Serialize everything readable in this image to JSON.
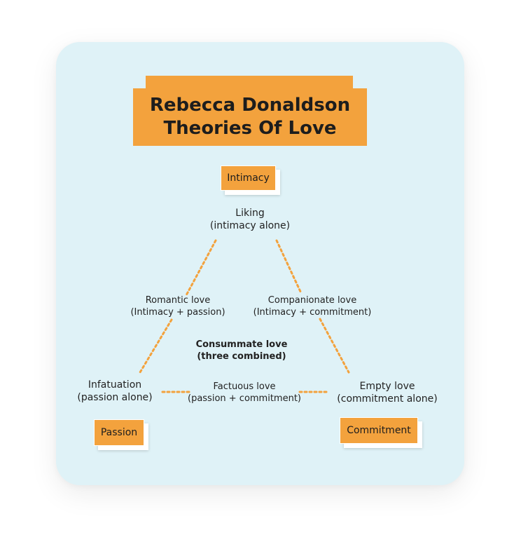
{
  "title": {
    "line1": "Rebecca Donaldson",
    "line2": "Theories Of Love"
  },
  "vertices": {
    "intimacy": "Intimacy",
    "passion": "Passion",
    "commitment": "Commitment"
  },
  "labels": {
    "liking": {
      "name": "Liking",
      "desc": "(intimacy alone)"
    },
    "romantic": {
      "name": "Romantic love",
      "desc": "(Intimacy + passion)"
    },
    "companionate": {
      "name": "Companionate love",
      "desc": "(Intimacy + commitment)"
    },
    "consummate": {
      "name": "Consummate love",
      "desc": "(three combined)"
    },
    "infatuation": {
      "name": "Infatuation",
      "desc": "(passion alone)"
    },
    "fatuous": {
      "name": "Factuous love",
      "desc": "(passion + commitment)"
    },
    "empty": {
      "name": "Empty love",
      "desc": "(commitment alone)"
    }
  },
  "colors": {
    "accent": "#f3a23d",
    "card_background": "#dff2f7",
    "text": "#1d1d1d"
  }
}
